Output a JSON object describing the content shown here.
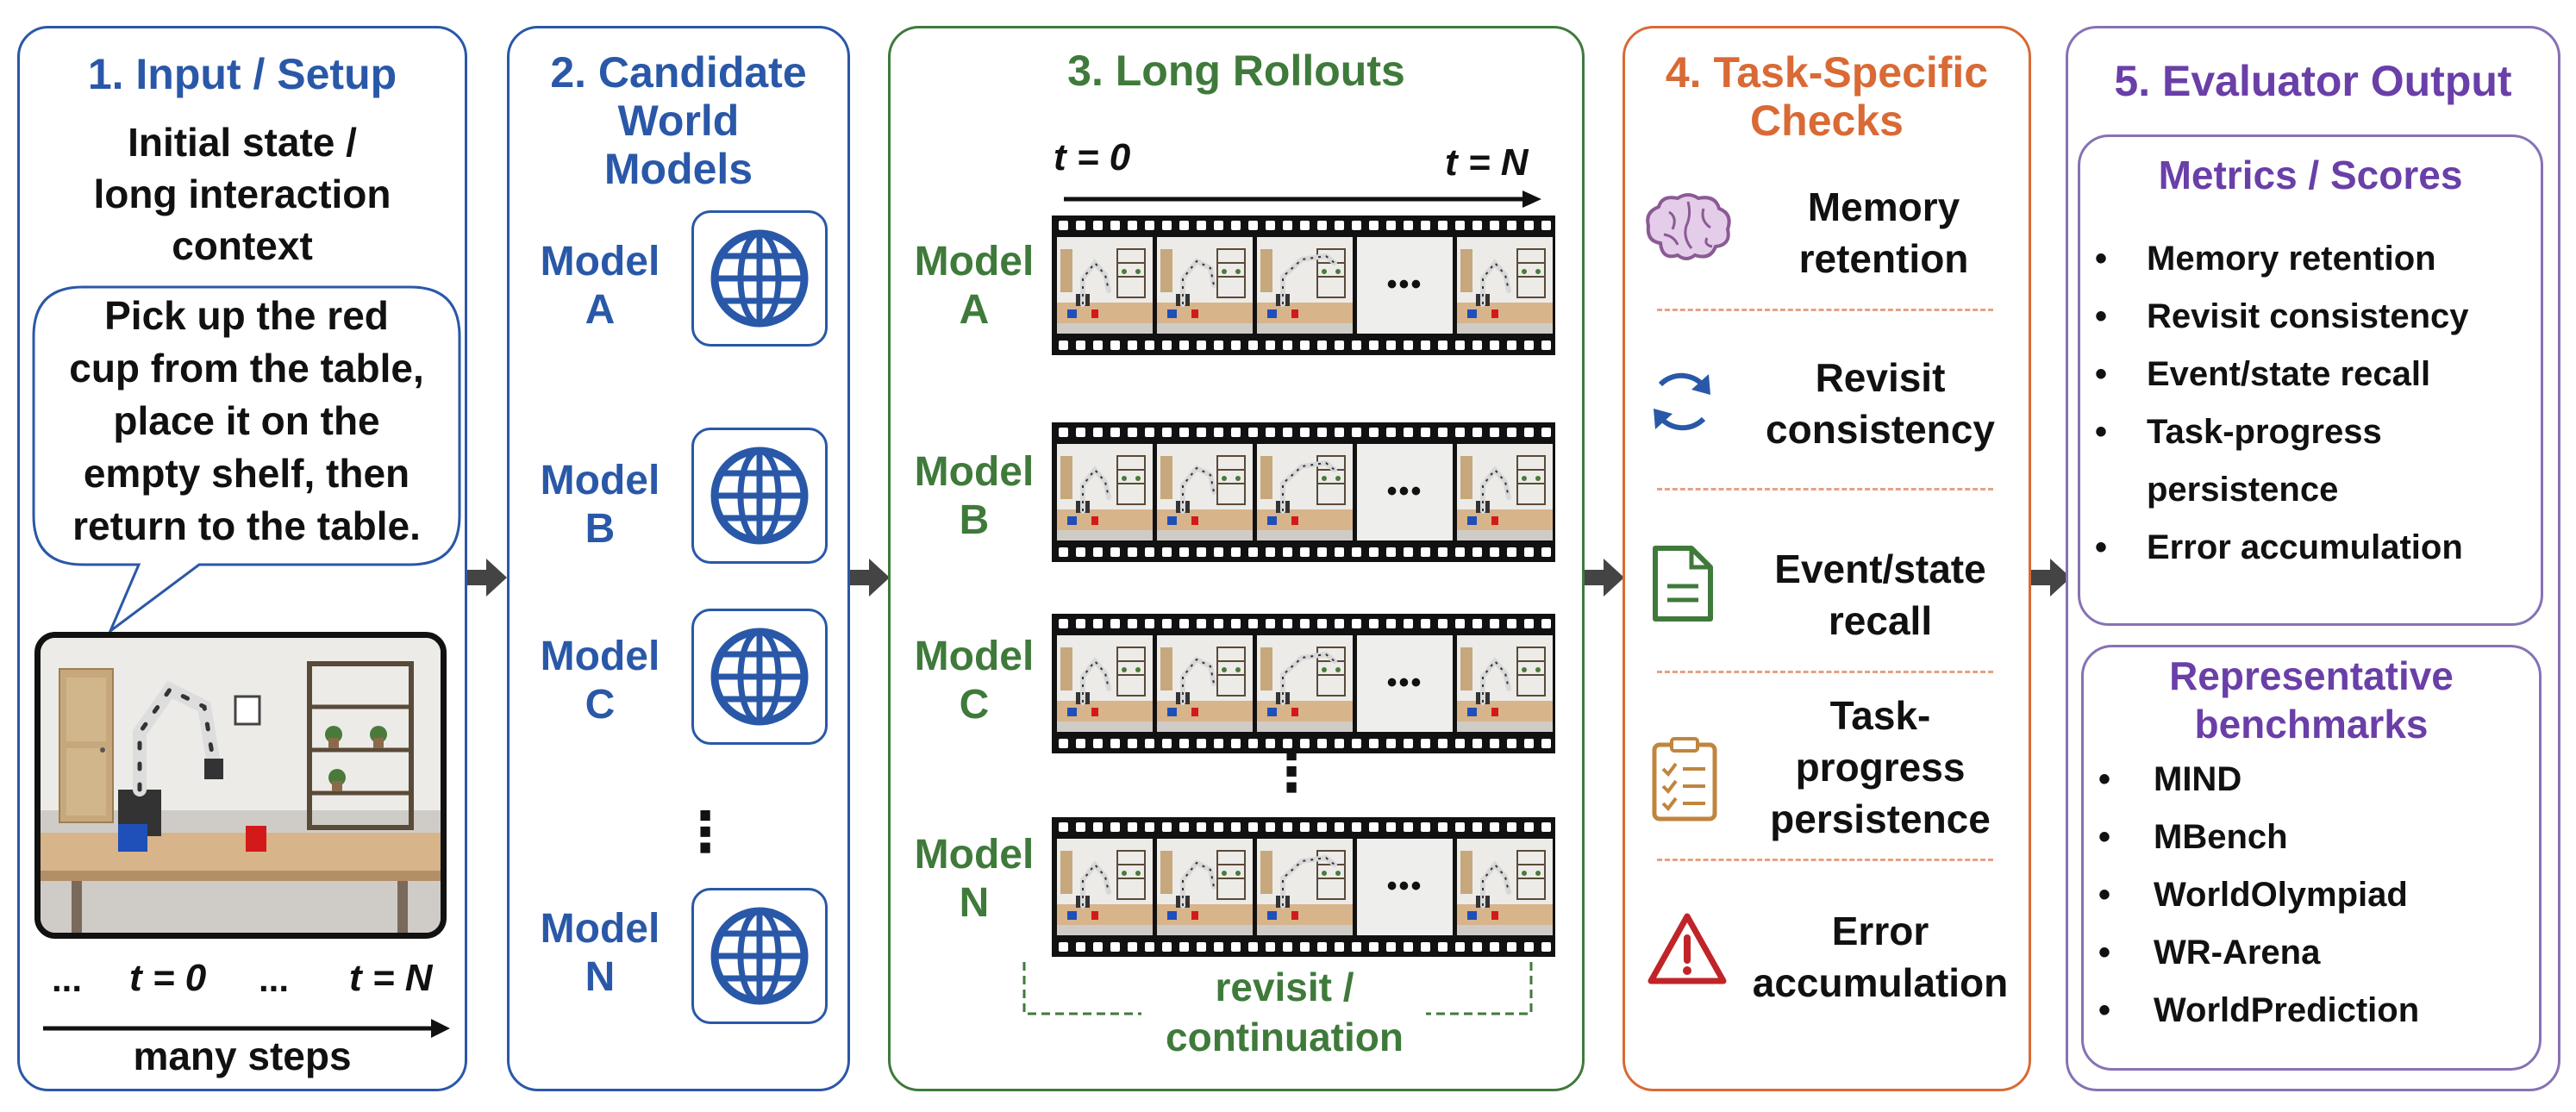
{
  "panel1": {
    "title": "1. Input / Setup",
    "subtitle_line1": "Initial state /",
    "subtitle_line2": "long interaction",
    "subtitle_line3": "context",
    "instruction": [
      "Pick up the red",
      "cup from the table,",
      "place it on the",
      "empty shelf, then",
      "return to the table."
    ],
    "timeline_ellipsis_left": "...",
    "timeline_t0": "t = 0",
    "timeline_ellipsis_mid": "...",
    "timeline_tN": "t = N",
    "timeline_caption": "many steps"
  },
  "panel2": {
    "title_lines": [
      "2. Candidate",
      "World",
      "Models"
    ],
    "models": [
      {
        "label_line1": "Model",
        "label_line2": "A",
        "icon": "globe-icon"
      },
      {
        "label_line1": "Model",
        "label_line2": "B",
        "icon": "globe-icon"
      },
      {
        "label_line1": "Model",
        "label_line2": "C",
        "icon": "globe-icon"
      },
      {
        "label_line1": "Model",
        "label_line2": "N",
        "icon": "globe-icon"
      }
    ],
    "vertical_ellipsis": "⋮"
  },
  "panel3": {
    "title": "3. Long Rollouts",
    "t_start": "t = 0",
    "t_end": "t = N",
    "rows": [
      {
        "label_line1": "Model",
        "label_line2": "A"
      },
      {
        "label_line1": "Model",
        "label_line2": "B"
      },
      {
        "label_line1": "Model",
        "label_line2": "C"
      },
      {
        "label_line1": "Model",
        "label_line2": "N"
      }
    ],
    "frame_ellipsis": "•••",
    "vertical_ellipsis": "⋮",
    "bracket_line1": "revisit /",
    "bracket_line2": "continuation"
  },
  "panel4": {
    "title_lines": [
      "4. Task-Specific",
      "Checks"
    ],
    "checks": [
      {
        "lines": [
          "Memory",
          "retention"
        ],
        "icon": "brain-icon"
      },
      {
        "lines": [
          "Revisit",
          "consistency"
        ],
        "icon": "refresh-icon"
      },
      {
        "lines": [
          "Event/state",
          "recall"
        ],
        "icon": "document-icon"
      },
      {
        "lines": [
          "Task-",
          "progress",
          "persistence"
        ],
        "icon": "clipboard-checklist-icon"
      },
      {
        "lines": [
          "Error",
          "accumulation"
        ],
        "icon": "warning-icon"
      }
    ]
  },
  "panel5": {
    "title": "5. Evaluator Output",
    "metrics_title": "Metrics / Scores",
    "metrics": [
      "Memory retention",
      "Revisit consistency",
      "Event/state recall",
      "Task-progress",
      "persistence",
      "Error accumulation"
    ],
    "benchmarks_title_line1": "Representative",
    "benchmarks_title_line2": "benchmarks",
    "benchmarks": [
      "MIND",
      "MBench",
      "WorldOlympiad",
      "WR-Arena",
      "WorldPrediction"
    ],
    "bullet_char": "•"
  },
  "colors": {
    "blue": "#2a58a8",
    "green": "#3f7a3b",
    "orange": "#d96a35",
    "purple": "#6a3fa8",
    "arrow": "#444444"
  }
}
